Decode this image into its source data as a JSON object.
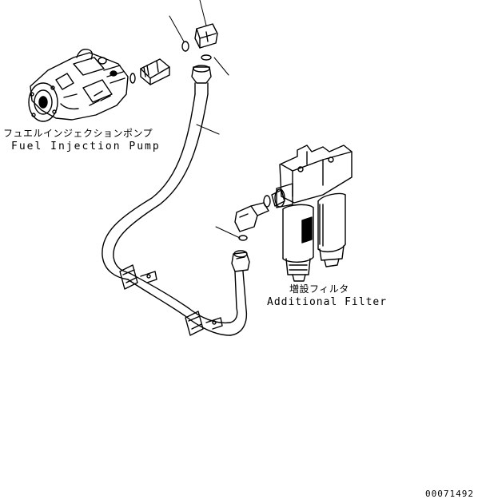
{
  "labels": {
    "pump_jp": "フュエルインジェクションポンプ",
    "pump_en": "Fuel Injection Pump",
    "filter_jp": "増設フィルタ",
    "filter_en": "Additional Filter",
    "drawing_number": "00071492"
  },
  "colors": {
    "line": "#000000",
    "background": "#ffffff"
  }
}
